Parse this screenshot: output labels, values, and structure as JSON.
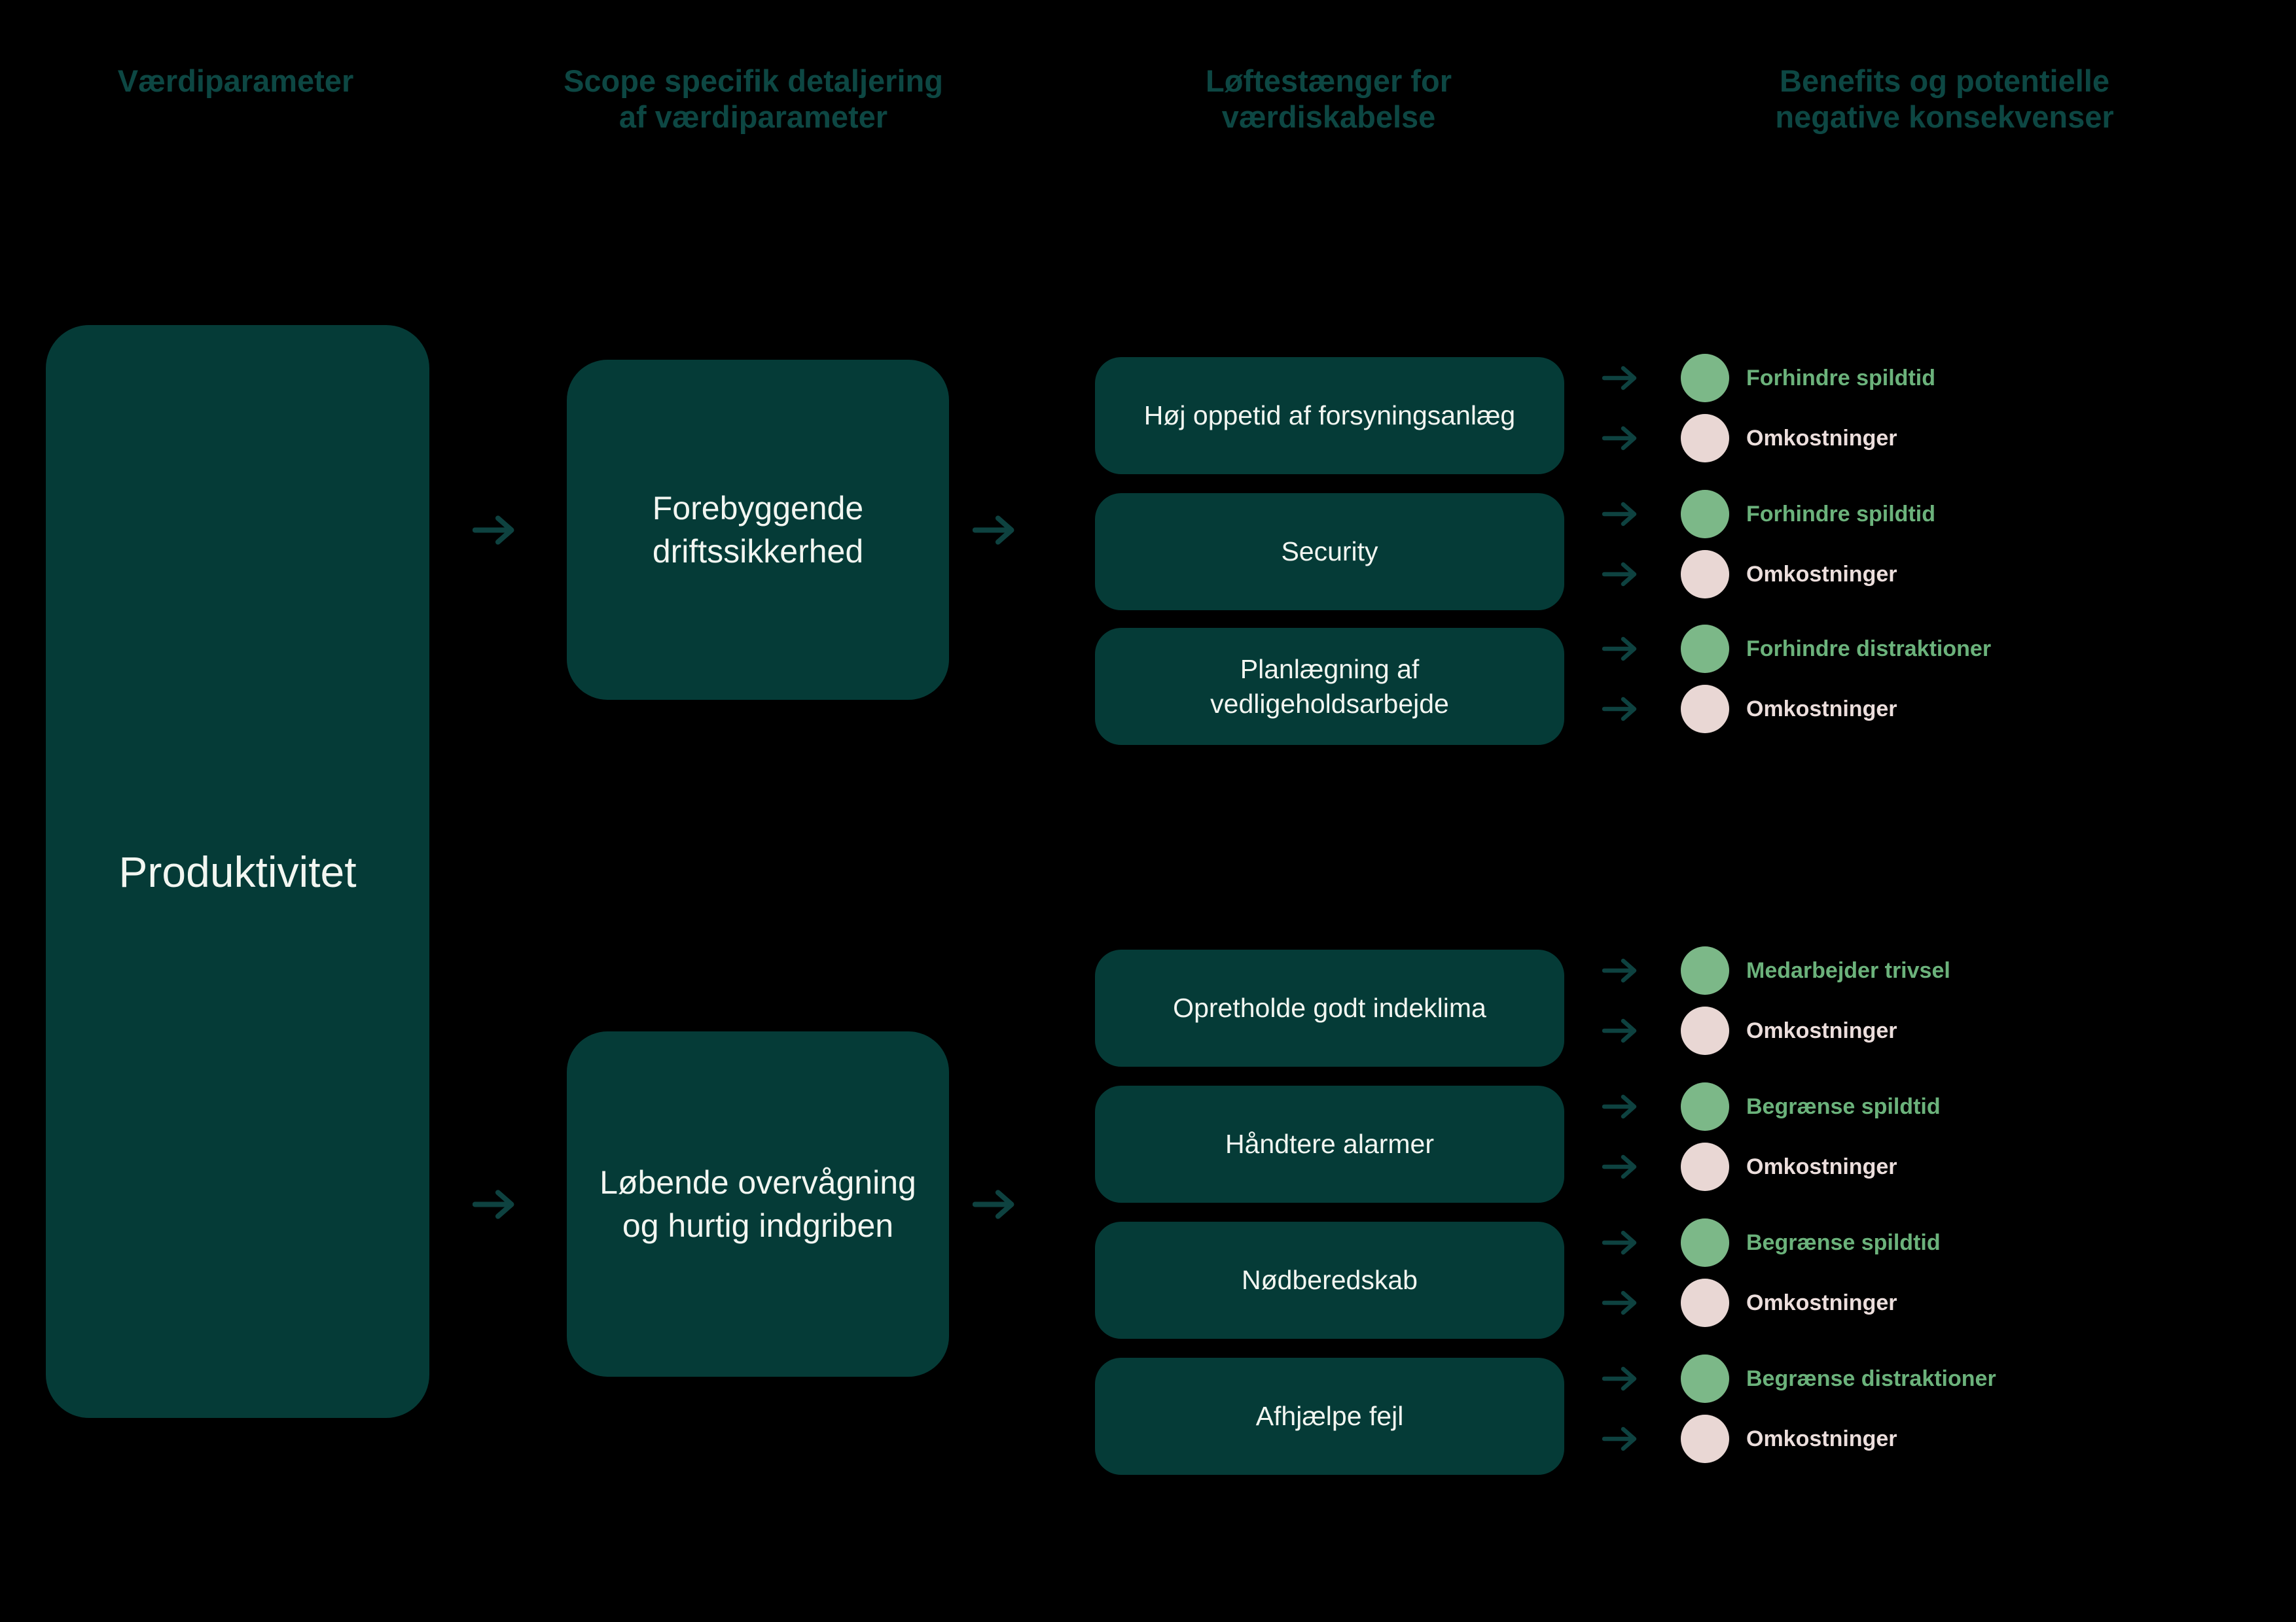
{
  "colors": {
    "background": "#000000",
    "box_fill": "#053B37",
    "header_text": "#0D4743",
    "box_text": "#F2F6F1",
    "benefit_green": "#6BB27B",
    "benefit_dot_green": "#7CB888",
    "cost_pink": "#ECDEDC",
    "cost_dot_pink": "#E9D7D4",
    "arrow": "#0E4240"
  },
  "headers": [
    {
      "label": "Værdiparameter"
    },
    {
      "label": "Scope specifik detaljering\naf værdiparameter"
    },
    {
      "label": "Løftestænger for\nværdiskabelse"
    },
    {
      "label": "Benefits og potentielle\nnegative konsekvenser"
    }
  ],
  "value_parameter": {
    "label": "Produktivitet"
  },
  "scopes": [
    {
      "label": "Forebyggende\ndriftssikkerhed"
    },
    {
      "label": "Løbende overvågning\nog hurtig indgriben"
    }
  ],
  "levers": [
    {
      "label": "Høj oppetid af forsyningsanlæg",
      "benefit": "Forhindre spildtid",
      "cost": "Omkostninger"
    },
    {
      "label": "Security",
      "benefit": "Forhindre spildtid",
      "cost": "Omkostninger"
    },
    {
      "label": "Planlægning af\nvedligeholdsarbejde",
      "benefit": "Forhindre distraktioner",
      "cost": "Omkostninger"
    },
    {
      "label": "Opretholde godt indeklima",
      "benefit": "Medarbejder trivsel",
      "cost": "Omkostninger"
    },
    {
      "label": "Håndtere alarmer",
      "benefit": "Begrænse spildtid",
      "cost": "Omkostninger"
    },
    {
      "label": "Nødberedskab",
      "benefit": "Begrænse spildtid",
      "cost": "Omkostninger"
    },
    {
      "label": "Afhjælpe fejl",
      "benefit": "Begrænse distraktioner",
      "cost": "Omkostninger"
    }
  ]
}
